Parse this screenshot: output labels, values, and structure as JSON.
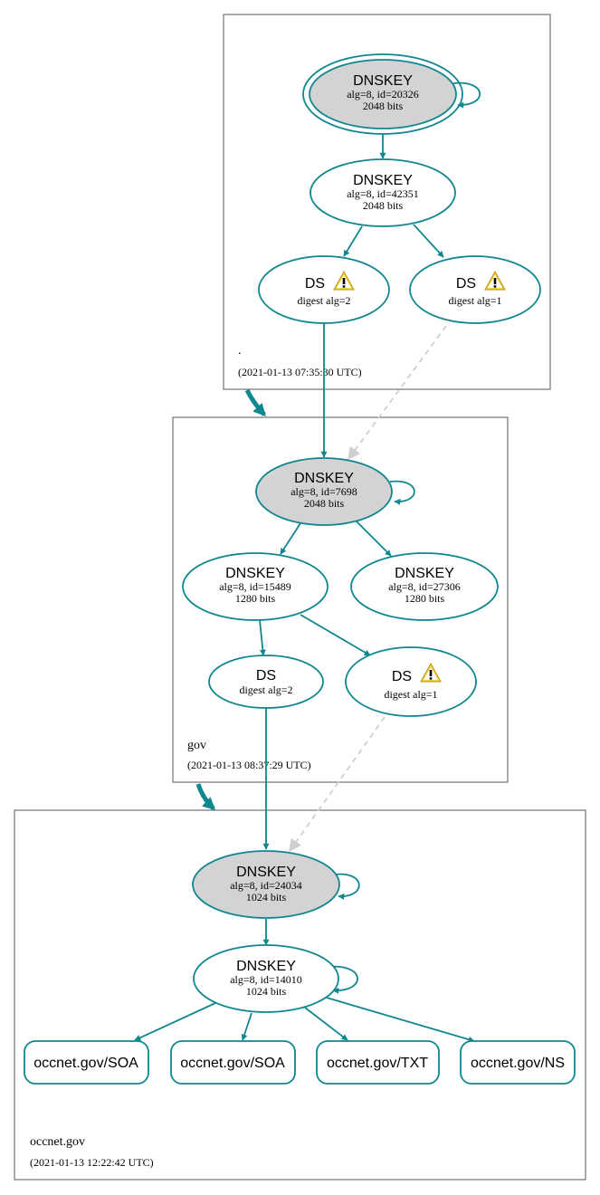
{
  "colors": {
    "accent": "#10868f",
    "ksk_fill": "#d3d3d3",
    "node_fill": "#ffffff",
    "dashed": "#cfcfcf",
    "warning": "#f5d13a"
  },
  "zones": {
    "root": {
      "name": ".",
      "timestamp": "(2021-01-13 07:35:30 UTC)",
      "ksk": {
        "title": "DNSKEY",
        "line1": "alg=8, id=20326",
        "line2": "2048 bits"
      },
      "zsk": {
        "title": "DNSKEY",
        "line1": "alg=8, id=42351",
        "line2": "2048 bits"
      },
      "ds_a": {
        "title": "DS",
        "line1": "digest alg=2",
        "icon": "warning-icon"
      },
      "ds_b": {
        "title": "DS",
        "line1": "digest alg=1",
        "icon": "warning-icon"
      }
    },
    "gov": {
      "name": "gov",
      "timestamp": "(2021-01-13 08:37:29 UTC)",
      "ksk": {
        "title": "DNSKEY",
        "line1": "alg=8, id=7698",
        "line2": "2048 bits"
      },
      "zsk_a": {
        "title": "DNSKEY",
        "line1": "alg=8, id=15489",
        "line2": "1280 bits"
      },
      "zsk_b": {
        "title": "DNSKEY",
        "line1": "alg=8, id=27306",
        "line2": "1280 bits"
      },
      "ds_a": {
        "title": "DS",
        "line1": "digest alg=2"
      },
      "ds_b": {
        "title": "DS",
        "line1": "digest alg=1",
        "icon": "warning-icon"
      }
    },
    "occnet": {
      "name": "occnet.gov",
      "timestamp": "(2021-01-13 12:22:42 UTC)",
      "ksk": {
        "title": "DNSKEY",
        "line1": "alg=8, id=24034",
        "line2": "1024 bits"
      },
      "zsk": {
        "title": "DNSKEY",
        "line1": "alg=8, id=14010",
        "line2": "1024 bits"
      },
      "records": [
        "occnet.gov/SOA",
        "occnet.gov/SOA",
        "occnet.gov/TXT",
        "occnet.gov/NS"
      ]
    }
  }
}
